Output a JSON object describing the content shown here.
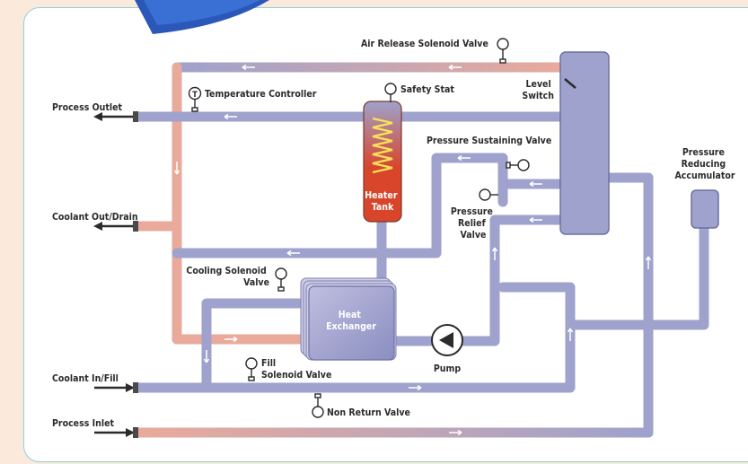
{
  "labels": {
    "air_release": "Air Release Solenoid Valve",
    "level_switch": [
      "Level",
      "Switch"
    ],
    "process_outlet": "Process Outlet",
    "temperature_controller": "Temperature Controller",
    "temperature_symbol": "T",
    "safety_stat": "Safety Stat",
    "pressure_sustaining": "Pressure Sustaining Valve",
    "heater_tank": [
      "Heater",
      "Tank"
    ],
    "pressure_reducing": [
      "Pressure",
      "Reducing",
      "Accumulator"
    ],
    "coolant_out": "Coolant Out/Drain",
    "pressure_relief": [
      "Pressure",
      "Relief",
      "Valve"
    ],
    "cooling_solenoid": [
      "Cooling Solenoid",
      "Valve"
    ],
    "heat_exchanger": [
      "Heat",
      "Exchanger"
    ],
    "pump": "Pump",
    "fill_solenoid": [
      "Fill",
      "Solenoid Valve"
    ],
    "coolant_in": "Coolant In/Fill",
    "non_return": "Non Return Valve",
    "process_inlet": "Process Inlet"
  },
  "colors": {
    "pipe_blue": "#9ea2cc",
    "pipe_red": "#e9aa9b",
    "heater_red": "#d9452b",
    "tank_blue": "#9ea2cc",
    "background": "#fbeadb",
    "border": "#8fd0dc"
  }
}
